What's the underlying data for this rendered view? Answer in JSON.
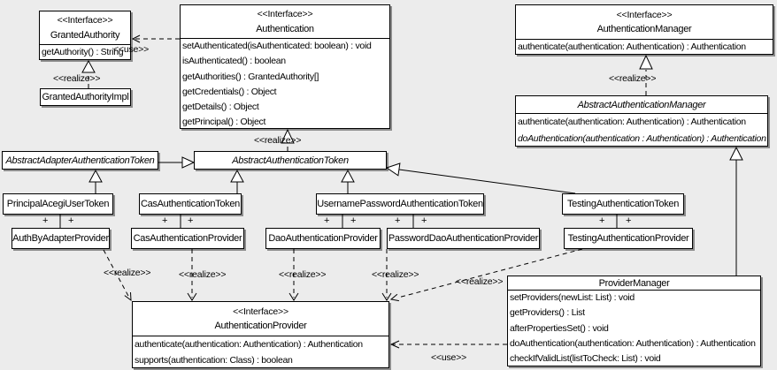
{
  "labels": {
    "interface": "<<Interface>>",
    "realize": "<<realize>>",
    "use": "<<use>>",
    "plus": "+"
  },
  "colors": {
    "background": "#ececec",
    "box_fill": "#ffffff",
    "line": "#000000"
  },
  "classes": {
    "granted_authority": {
      "name": "GrantedAuthority",
      "methods": [
        "getAuthority() : String"
      ]
    },
    "granted_authority_impl": {
      "name": "GrantedAuthorityImpl"
    },
    "authentication": {
      "name": "Authentication",
      "methods": [
        "setAuthenticated(isAuthenticated: boolean) : void",
        "isAuthenticated() : boolean",
        "getAuthorities() : GrantedAuthority[]",
        "getCredentials() : Object",
        "getDetails() : Object",
        "getPrincipal() : Object"
      ]
    },
    "authentication_manager": {
      "name": "AuthenticationManager",
      "methods": [
        "authenticate(authentication: Authentication) : Authentication"
      ]
    },
    "abstract_authentication_manager": {
      "name": "AbstractAuthenticationManager",
      "methods": [
        "authenticate(authentication: Authentication) : Authentication",
        "doAuthentication(authentication : Authentication) : Authentication"
      ]
    },
    "abstract_adapter_authentication_token": {
      "name": "AbstractAdapterAuthenticationToken"
    },
    "abstract_authentication_token": {
      "name": "AbstractAuthenticationToken"
    },
    "principal_acegi_user_token": {
      "name": "PrincipalAcegiUserToken"
    },
    "cas_authentication_token": {
      "name": "CasAuthenticationToken"
    },
    "username_password_authentication_token": {
      "name": "UsernamePasswordAuthenticationToken"
    },
    "testing_authentication_token": {
      "name": "TestingAuthenticationToken"
    },
    "auth_by_adapter_provider": {
      "name": "AuthByAdapterProvider"
    },
    "cas_authentication_provider": {
      "name": "CasAuthenticationProvider"
    },
    "dao_authentication_provider": {
      "name": "DaoAuthenticationProvider"
    },
    "password_dao_authentication_provider": {
      "name": "PasswordDaoAuthenticationProvider"
    },
    "testing_authentication_provider": {
      "name": "TestingAuthenticationProvider"
    },
    "authentication_provider": {
      "name": "AuthenticationProvider",
      "methods": [
        "authenticate(authentication: Authentication) : Authentication",
        "supports(authentication: Class) : boolean"
      ]
    },
    "provider_manager": {
      "name": "ProviderManager",
      "methods": [
        "setProviders(newList: List) : void",
        "getProviders() : List",
        "afterPropertiesSet() : void",
        "doAuthentication(authentication: Authentication) : Authentication",
        "checkIfValidList(listToCheck: List) : void"
      ]
    }
  }
}
